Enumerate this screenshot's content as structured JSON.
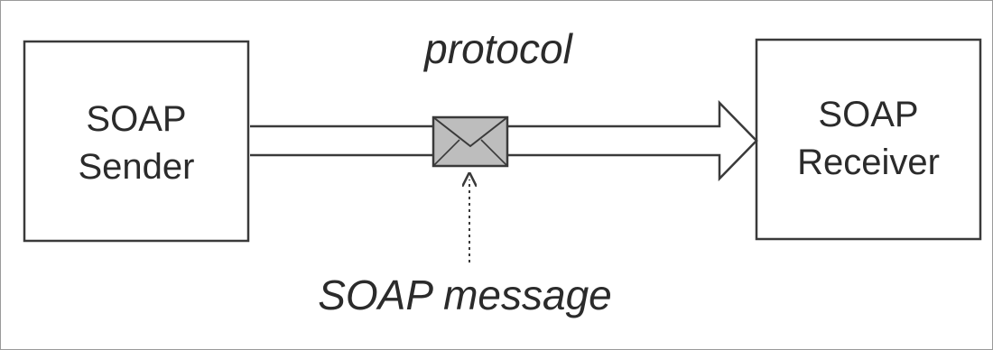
{
  "diagram": {
    "top_text": "protocol",
    "sender": {
      "line1": "SOAP",
      "line2": "Sender"
    },
    "receiver": {
      "line1": "SOAP",
      "line2": "Receiver"
    },
    "message_label": "SOAP message"
  },
  "icons": {
    "envelope": "envelope-icon",
    "pointer": "dotted-arrow"
  },
  "colors": {
    "stroke": "#3a3a3a",
    "envelope_fill": "#bdbdbd",
    "text": "#2b2b2b",
    "background": "#ffffff"
  }
}
